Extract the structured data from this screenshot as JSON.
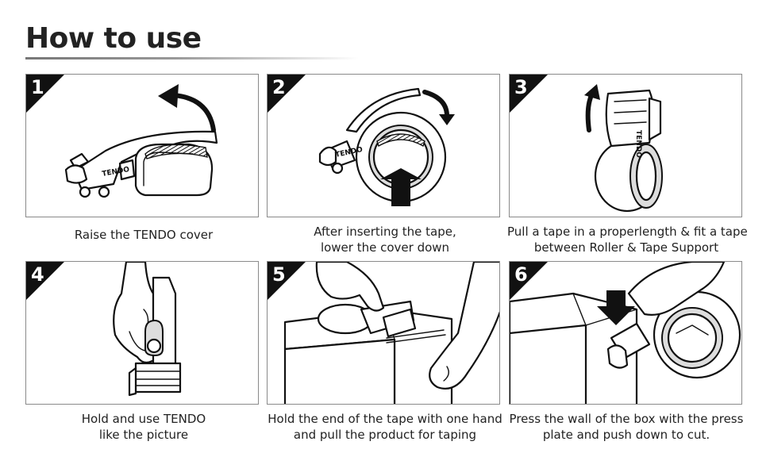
{
  "page": {
    "title": "How to use"
  },
  "steps": [
    {
      "number": "1",
      "caption_lines": [
        "Raise the TENDO cover"
      ],
      "brand_mark": "TENDO"
    },
    {
      "number": "2",
      "caption_lines": [
        "After inserting the tape,",
        "lower the cover down"
      ],
      "brand_mark": "TENDO"
    },
    {
      "number": "3",
      "caption_lines": [
        "Pull a tape in a properlength & fit a tape",
        "between Roller & Tape Support"
      ],
      "brand_mark": "TENDO"
    },
    {
      "number": "4",
      "caption_lines": [
        "Hold and use TENDO",
        "like the picture"
      ]
    },
    {
      "number": "5",
      "caption_lines": [
        "Hold the end of the tape with one hand",
        "and pull the product for taping"
      ]
    },
    {
      "number": "6",
      "caption_lines": [
        "Press the wall of the box with the press",
        "plate and push down to cut."
      ]
    }
  ],
  "colors": {
    "ink": "#111111",
    "panel_border": "#8a8a8a",
    "title_rule": "#888888"
  }
}
